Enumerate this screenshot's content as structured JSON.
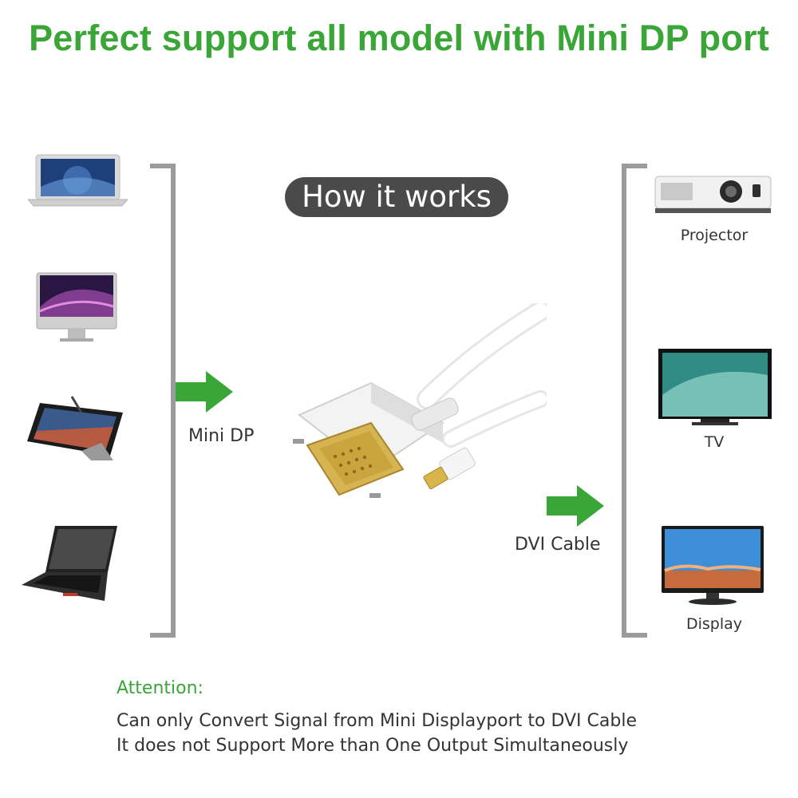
{
  "headline": "Perfect support all model with Mini DP port",
  "badge": "How it works",
  "left_label": "Mini DP",
  "right_label": "DVI Cable",
  "devices": {
    "source": [
      "laptop",
      "all-in-one",
      "tablet",
      "notebook"
    ],
    "projector": "Projector",
    "tv": "TV",
    "display": "Display"
  },
  "attention": {
    "title": "Attention:",
    "line1": "Can only Convert Signal from Mini Displayport to DVI Cable",
    "line2": "It does not Support More than One Output Simultaneously"
  },
  "colors": {
    "accent": "#3aa637",
    "bracket": "#9b9b9b",
    "badge": "#4a4a4a"
  }
}
